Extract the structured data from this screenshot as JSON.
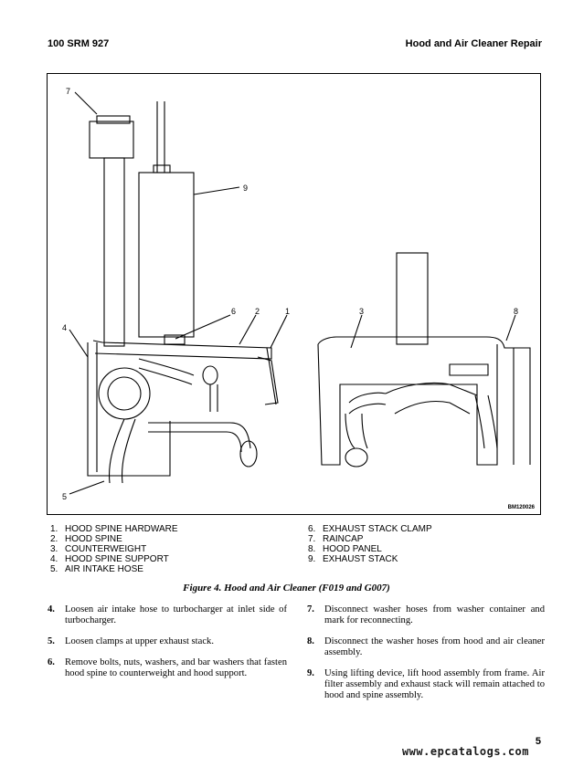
{
  "header": {
    "left": "100 SRM 927",
    "right": "Hood and Air Cleaner Repair"
  },
  "figure": {
    "callouts": [
      "7",
      "9",
      "6",
      "2",
      "1",
      "4",
      "3",
      "8",
      "5"
    ],
    "code": "BM120026"
  },
  "legend": {
    "left": [
      {
        "num": "1.",
        "label": "HOOD SPINE HARDWARE"
      },
      {
        "num": "2.",
        "label": "HOOD SPINE"
      },
      {
        "num": "3.",
        "label": "COUNTERWEIGHT"
      },
      {
        "num": "4.",
        "label": "HOOD SPINE SUPPORT"
      },
      {
        "num": "5.",
        "label": "AIR INTAKE HOSE"
      }
    ],
    "right": [
      {
        "num": "6.",
        "label": "EXHAUST STACK CLAMP"
      },
      {
        "num": "7.",
        "label": "RAINCAP"
      },
      {
        "num": "8.",
        "label": "HOOD PANEL"
      },
      {
        "num": "9.",
        "label": "EXHAUST STACK"
      }
    ]
  },
  "caption": "Figure 4. Hood and Air Cleaner (F019 and G007)",
  "steps": {
    "left": [
      {
        "num": "4.",
        "text": "Loosen air intake hose to turbocharger at inlet side of turbocharger."
      },
      {
        "num": "5.",
        "text": "Loosen clamps at upper exhaust stack."
      },
      {
        "num": "6.",
        "text": "Remove bolts, nuts, washers, and bar washers that fasten hood spine to counterweight and hood support."
      }
    ],
    "right": [
      {
        "num": "7.",
        "text": "Disconnect washer hoses from washer container and mark for reconnecting."
      },
      {
        "num": "8.",
        "text": "Disconnect the washer hoses from hood and air cleaner assembly."
      },
      {
        "num": "9.",
        "text": "Using lifting device, lift hood assembly from frame. Air filter assembly and exhaust stack will remain attached to hood and spine assembly."
      }
    ]
  },
  "page_number": "5",
  "watermark": "www.epcatalogs.com"
}
